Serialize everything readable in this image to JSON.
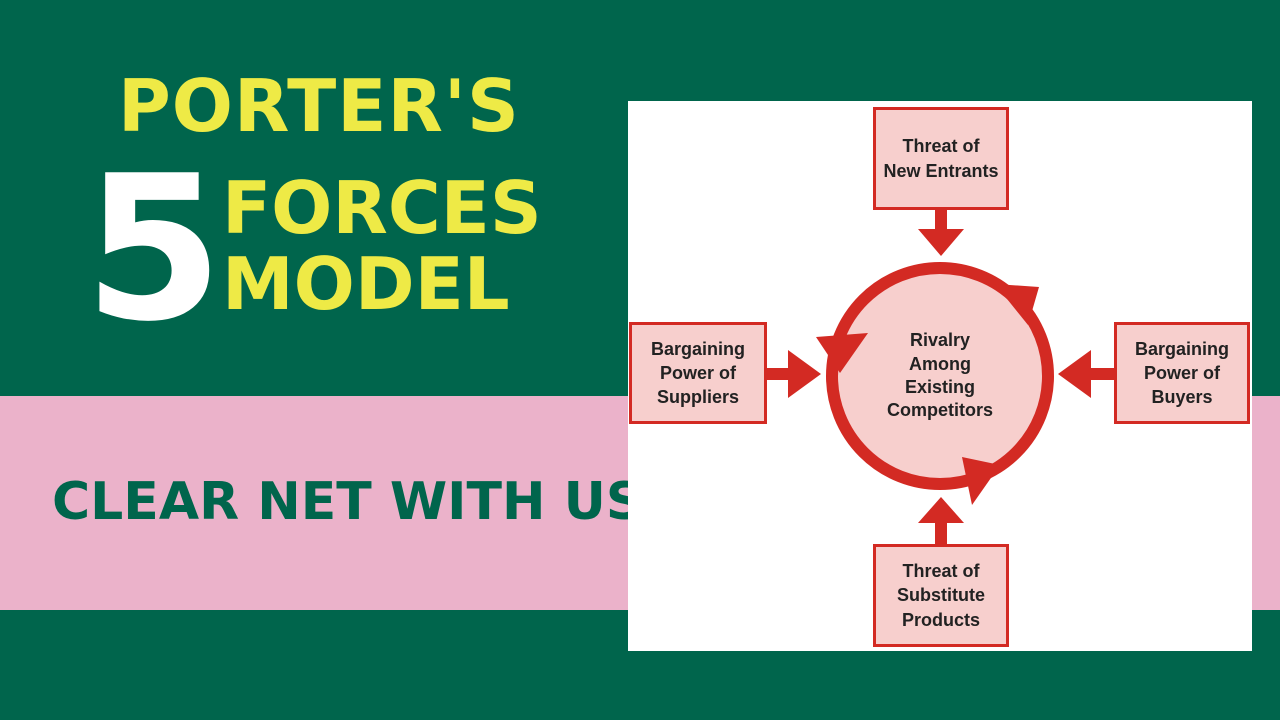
{
  "colors": {
    "background": "#00654c",
    "band": "#ebb2ca",
    "title_yellow": "#eeea46",
    "arrow_red": "#d32a23",
    "box_fill": "#f7cfcd"
  },
  "title": {
    "line1": "PORTER'S",
    "number": "5",
    "line2": "FORCES",
    "line3": "MODEL"
  },
  "slogan": "CLEAR NET WITH US",
  "diagram": {
    "center": "Rivalry\nAmong\nExisting\nCompetitors",
    "top": "Threat of\nNew Entrants",
    "left": "Bargaining\nPower of\nSuppliers",
    "right": "Bargaining\nPower of\nBuyers",
    "bottom": "Threat of\nSubstitute\nProducts"
  }
}
